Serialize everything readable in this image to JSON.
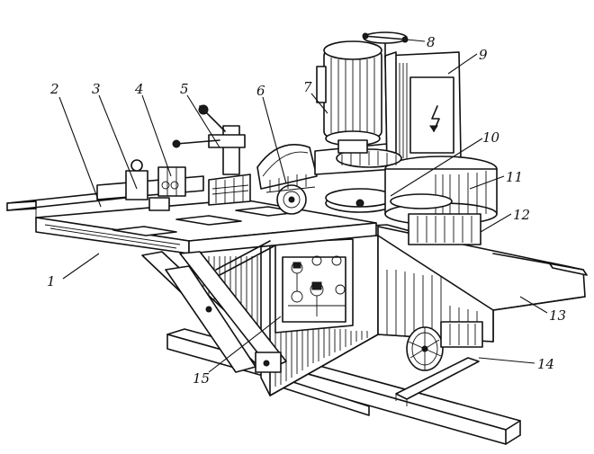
{
  "callouts": [
    {
      "n": "1"
    },
    {
      "n": "2"
    },
    {
      "n": "3"
    },
    {
      "n": "4"
    },
    {
      "n": "5"
    },
    {
      "n": "6"
    },
    {
      "n": "7"
    },
    {
      "n": "8"
    },
    {
      "n": "9"
    },
    {
      "n": "10"
    },
    {
      "n": "11"
    },
    {
      "n": "12"
    },
    {
      "n": "13"
    },
    {
      "n": "14"
    },
    {
      "n": "15"
    }
  ]
}
